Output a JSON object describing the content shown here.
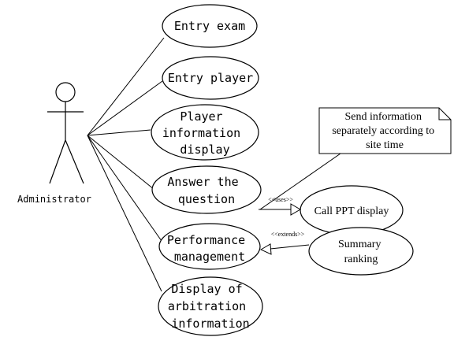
{
  "actor": {
    "label": "Administrator"
  },
  "use_cases": [
    {
      "id": "entry-exam",
      "lines": [
        "Entry exam"
      ]
    },
    {
      "id": "entry-player",
      "lines": [
        "Entry player"
      ]
    },
    {
      "id": "player-information-display",
      "lines": [
        "Player",
        "information",
        "display"
      ]
    },
    {
      "id": "answer-the-question",
      "lines": [
        "Answer the",
        "question"
      ]
    },
    {
      "id": "performance-management",
      "lines": [
        "Performance",
        "management"
      ]
    },
    {
      "id": "display-of-arbitration-information",
      "lines": [
        "Display of",
        "arbitration",
        "information"
      ]
    },
    {
      "id": "call-ppt-display",
      "lines": [
        "Call PPT display"
      ]
    },
    {
      "id": "summary-ranking",
      "lines": [
        "Summary",
        "ranking"
      ]
    }
  ],
  "note": {
    "lines": [
      "Send information",
      "separately according to",
      "site time"
    ]
  },
  "relations": {
    "uses": "<<uses>>",
    "extends": "<<extends>>"
  }
}
